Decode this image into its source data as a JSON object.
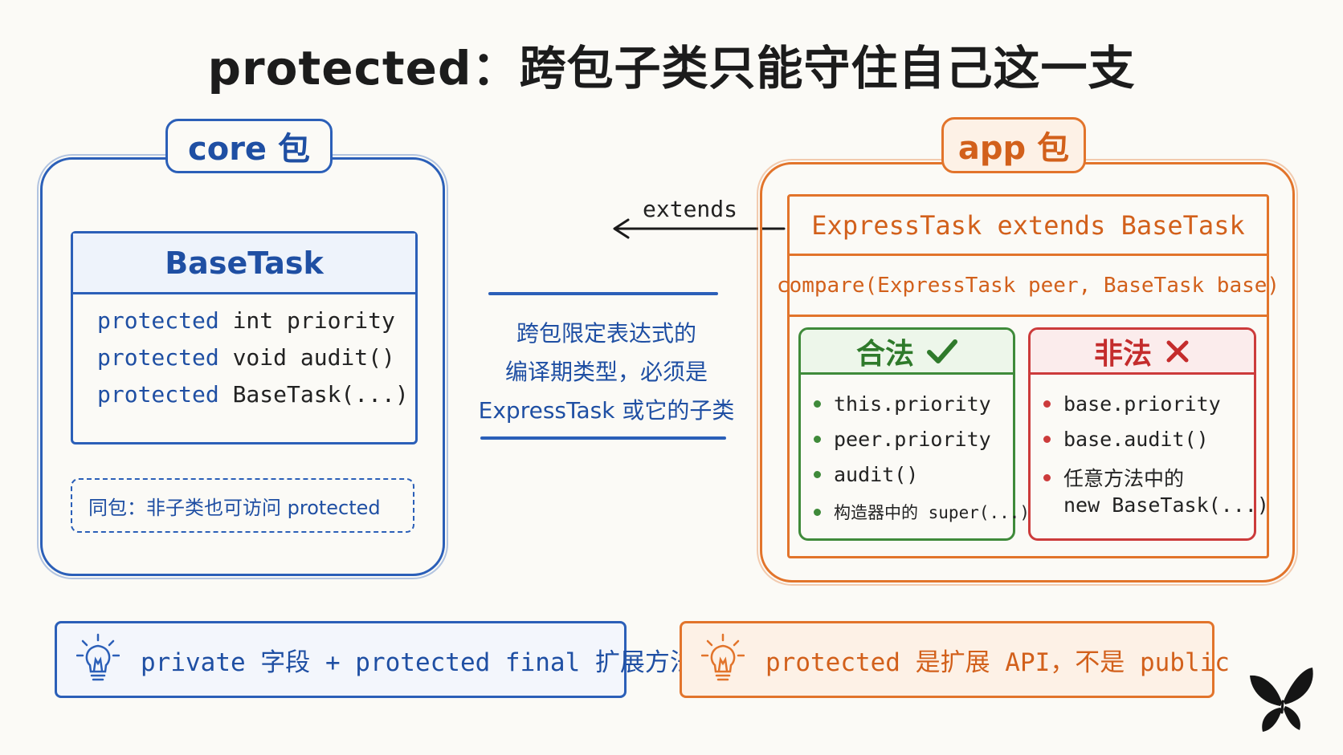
{
  "title": "protected：跨包子类只能守住自己这一支",
  "core_package": {
    "tab_label": "core 包",
    "class_name": "BaseTask",
    "members": [
      {
        "modifier": "protected",
        "rest": " int priority"
      },
      {
        "modifier": "protected",
        "rest": " void audit()"
      },
      {
        "modifier": "protected",
        "rest": " BaseTask(...)"
      }
    ],
    "same_package_note": "同包：非子类也可访问 protected"
  },
  "middle": {
    "arrow_label": "extends",
    "explanation_lines": [
      "跨包限定表达式的",
      "编译期类型，必须是",
      "ExpressTask 或它的子类"
    ]
  },
  "app_package": {
    "tab_label": "app 包",
    "class_header": "ExpressTask extends BaseTask",
    "method_signature": "compare(ExpressTask peer, BaseTask base)",
    "legal": {
      "title": "合法",
      "items": [
        "this.priority",
        "peer.priority",
        "audit()",
        "构造器中的 super(...)"
      ]
    },
    "illegal": {
      "title": "非法",
      "items": [
        "base.priority",
        "base.audit()",
        "任意方法中的",
        "new BaseTask(...)"
      ]
    }
  },
  "tips": {
    "blue": "private 字段 + protected final 扩展方法",
    "orange": "protected 是扩展 API，不是 public"
  },
  "icons": {
    "legal_mark": "check-icon",
    "illegal_mark": "cross-icon",
    "tip": "lightbulb-icon",
    "logo": "butterfly-icon"
  },
  "colors": {
    "blue": "#2b5fb8",
    "orange": "#e2742b",
    "green": "#3f8a3a",
    "red": "#cc3b3b"
  }
}
